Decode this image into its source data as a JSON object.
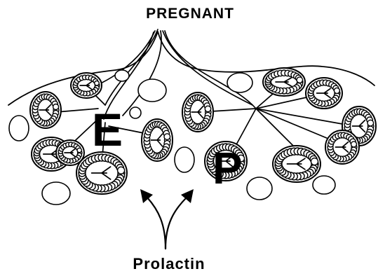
{
  "diagram": {
    "title": "PREGNANT",
    "hormone_label": "Prolactin",
    "letter_left": "E",
    "letter_right": "P"
  },
  "lobules": [
    {
      "id": "l1"
    },
    {
      "id": "l2"
    },
    {
      "id": "l3"
    },
    {
      "id": "l4"
    },
    {
      "id": "l5"
    },
    {
      "id": "l6"
    },
    {
      "id": "l7"
    },
    {
      "id": "l8"
    },
    {
      "id": "l9"
    },
    {
      "id": "l10"
    },
    {
      "id": "l11"
    },
    {
      "id": "l12"
    },
    {
      "id": "l13"
    }
  ],
  "fat_cells": [
    {
      "id": "f1"
    },
    {
      "id": "f2"
    },
    {
      "id": "f3"
    },
    {
      "id": "f4"
    },
    {
      "id": "f5"
    },
    {
      "id": "f6"
    },
    {
      "id": "f7"
    },
    {
      "id": "f8"
    },
    {
      "id": "f9"
    }
  ]
}
